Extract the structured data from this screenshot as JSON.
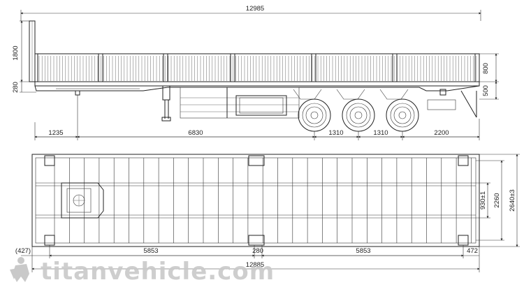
{
  "side_view": {
    "overall_length": "12985",
    "height_front_board": "1800",
    "deck_height": "280",
    "side_board_height": "800",
    "lower_height": "500",
    "kingpin_offset": "1235",
    "to_first_axle": "6830",
    "axle_spacing_1": "1310",
    "axle_spacing_2": "1310",
    "rear_overhang": "2200"
  },
  "top_view": {
    "inner_width": "930±1",
    "width": "2260",
    "overall_width": "2640±3",
    "front_offset": "(427)",
    "section_a": "5853",
    "center_gap": "280",
    "section_b": "5853",
    "rear_offset": "472",
    "overall_length": "12885"
  },
  "watermark": {
    "text": "titanvehicle.com"
  }
}
